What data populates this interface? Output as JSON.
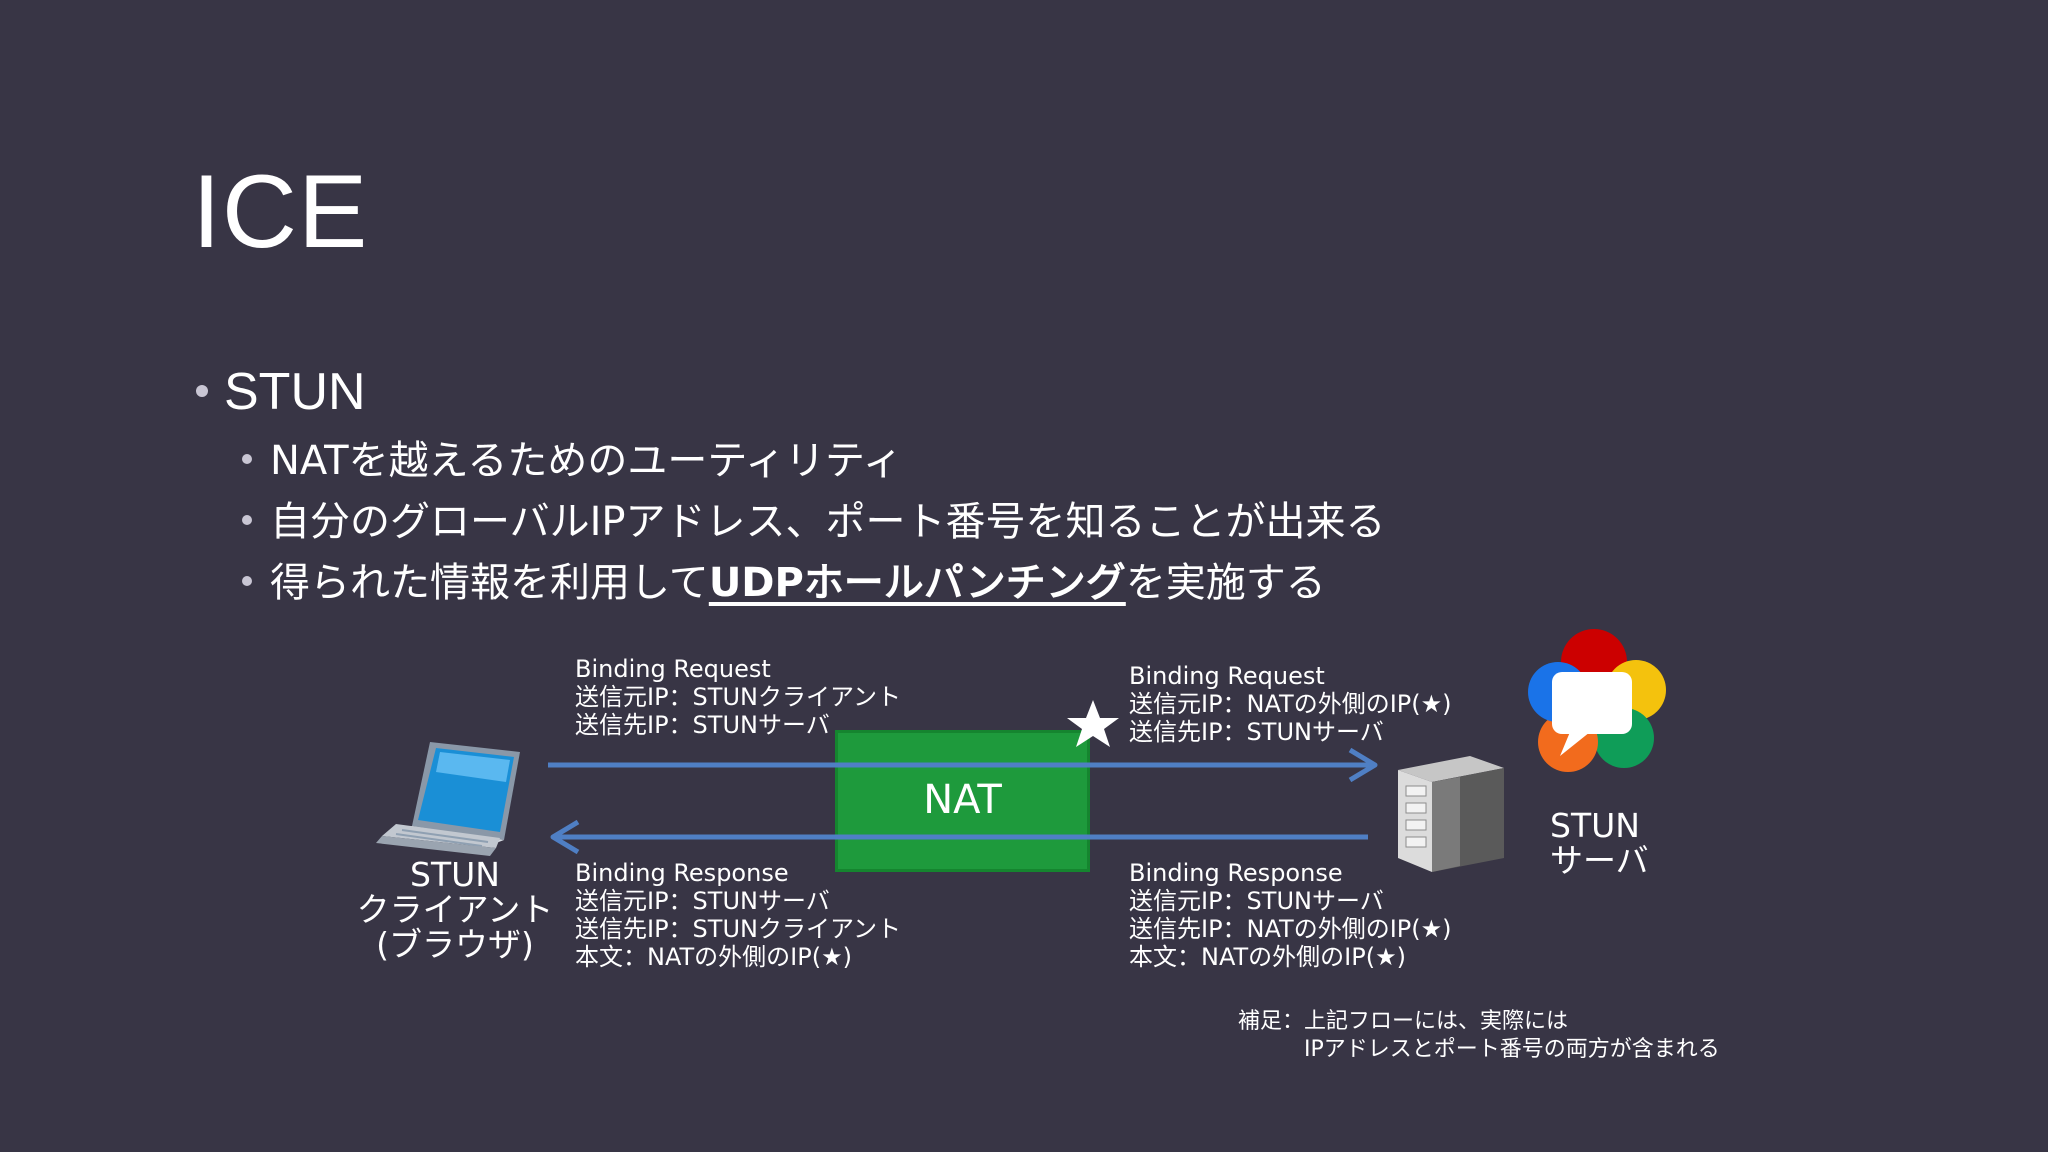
{
  "slide": {
    "title": "ICE",
    "bullet": "STUN",
    "sub_bullets": [
      {
        "text": "NATを越えるためのユーティリティ"
      },
      {
        "text": "自分のグローバルIPアドレス、ポート番号を知ることが出来る"
      },
      {
        "pre": "得られた情報を利用して",
        "highlight": "UDPホールパンチング",
        "post": "を実施する"
      }
    ]
  },
  "diagram": {
    "client_label": [
      "STUN",
      "クライアント",
      "(ブラウザ)"
    ],
    "server_label": [
      "STUN",
      "サーバ"
    ],
    "nat_label": "NAT",
    "star": "★",
    "left_request": [
      "Binding Request",
      "送信元IP：STUNクライアント",
      "送信先IP：STUNサーバ"
    ],
    "right_request": [
      "Binding Request",
      "送信元IP：NATの外側のIP(★)",
      "送信先IP：STUNサーバ"
    ],
    "left_response": [
      "Binding Response",
      "送信元IP：STUNサーバ",
      "送信先IP：STUNクライアント",
      "本文：NATの外側のIP(★)"
    ],
    "right_response": [
      "Binding Response",
      "送信元IP：STUNサーバ",
      "送信先IP：NATの外側のIP(★)",
      "本文：NATの外側のIP(★)"
    ],
    "note": [
      "補足：上記フローには、実際には",
      "IPアドレスとポート番号の両方が含まれる"
    ],
    "colors": {
      "arrow": "#4f7fc4",
      "nat": "#1e9a3c",
      "background": "#383545"
    }
  }
}
